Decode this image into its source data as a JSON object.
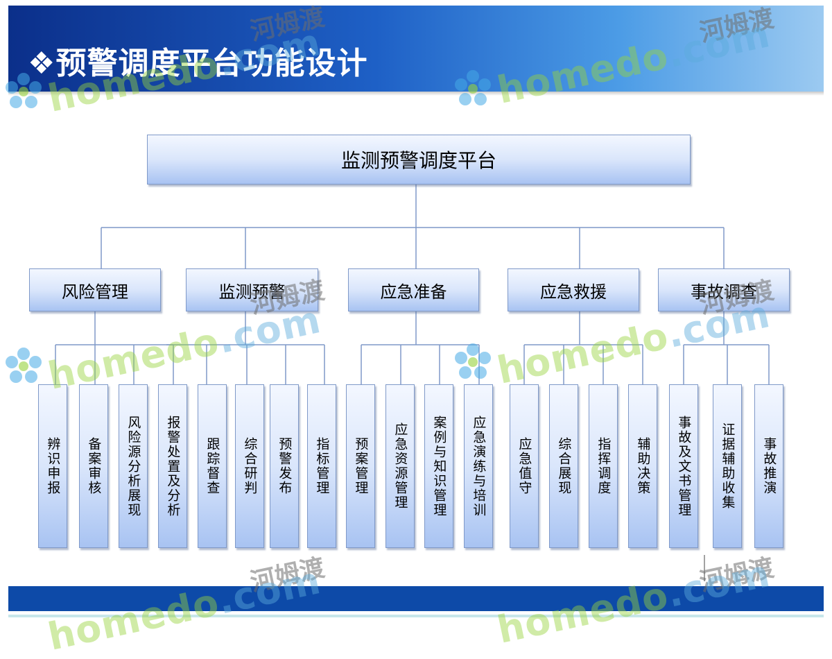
{
  "slide": {
    "title": "❖预警调度平台功能设计"
  },
  "diagram": {
    "root": "监测预警调度平台",
    "categories": [
      {
        "label": "风险管理",
        "children": [
          "辨识申报",
          "备案审核",
          "风险源分析展现",
          "报警处置及分析"
        ]
      },
      {
        "label": "监测预警",
        "children": [
          "跟踪督查",
          "综合研判",
          "预警发布",
          "指标管理"
        ]
      },
      {
        "label": "应急准备",
        "children": [
          "预案管理",
          "应急资源管理",
          "案例与知识管理",
          "应急演练与培训"
        ]
      },
      {
        "label": "应急救援",
        "children": [
          "应急值守",
          "综合展现",
          "指挥调度",
          "辅助决策"
        ]
      },
      {
        "label": "事故调查",
        "children": [
          "事故及文书管理",
          "证据辅助收集",
          "事故推演"
        ]
      }
    ]
  },
  "watermark": {
    "cn": "河姆渡",
    "en_main": "homedo",
    "en_suffix": ".com"
  },
  "colors": {
    "header_dark": "#0b2f8a",
    "footer": "#0d4aa8",
    "box_gradient_bottom": "#a8c3f2",
    "connector": "#7f99c8"
  }
}
